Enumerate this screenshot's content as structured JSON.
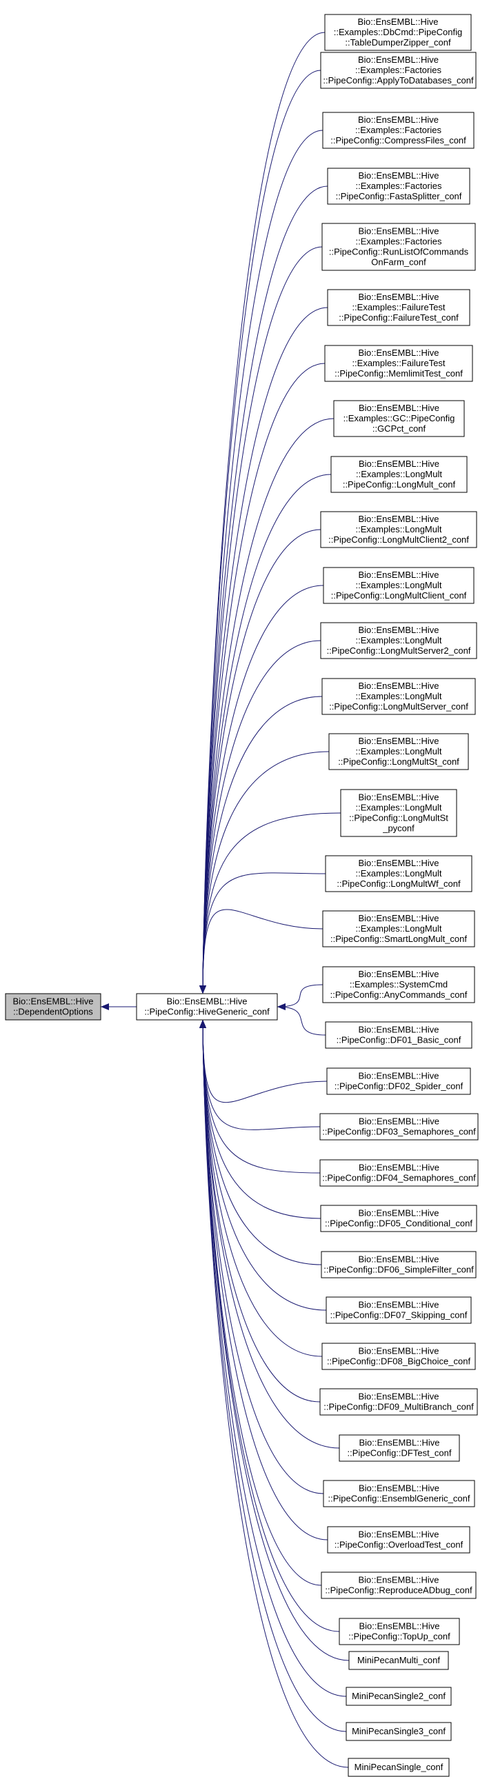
{
  "root": {
    "label": [
      "Bio::EnsEMBL::Hive",
      "::DependentOptions"
    ]
  },
  "parent": {
    "label": [
      "Bio::EnsEMBL::Hive",
      "::PipeConfig::HiveGeneric_conf"
    ]
  },
  "children": [
    {
      "label": [
        "Bio::EnsEMBL::Hive",
        "::Examples::DbCmd::PipeConfig",
        "::TableDumperZipper_conf"
      ]
    },
    {
      "label": [
        "Bio::EnsEMBL::Hive",
        "::Examples::Factories",
        "::PipeConfig::ApplyToDatabases_conf"
      ]
    },
    {
      "label": [
        "Bio::EnsEMBL::Hive",
        "::Examples::Factories",
        "::PipeConfig::CompressFiles_conf"
      ]
    },
    {
      "label": [
        "Bio::EnsEMBL::Hive",
        "::Examples::Factories",
        "::PipeConfig::FastaSplitter_conf"
      ]
    },
    {
      "label": [
        "Bio::EnsEMBL::Hive",
        "::Examples::Factories",
        "::PipeConfig::RunListOfCommands",
        "OnFarm_conf"
      ]
    },
    {
      "label": [
        "Bio::EnsEMBL::Hive",
        "::Examples::FailureTest",
        "::PipeConfig::FailureTest_conf"
      ]
    },
    {
      "label": [
        "Bio::EnsEMBL::Hive",
        "::Examples::FailureTest",
        "::PipeConfig::MemlimitTest_conf"
      ]
    },
    {
      "label": [
        "Bio::EnsEMBL::Hive",
        "::Examples::GC::PipeConfig",
        "::GCPct_conf"
      ]
    },
    {
      "label": [
        "Bio::EnsEMBL::Hive",
        "::Examples::LongMult",
        "::PipeConfig::LongMult_conf"
      ]
    },
    {
      "label": [
        "Bio::EnsEMBL::Hive",
        "::Examples::LongMult",
        "::PipeConfig::LongMultClient2_conf"
      ]
    },
    {
      "label": [
        "Bio::EnsEMBL::Hive",
        "::Examples::LongMult",
        "::PipeConfig::LongMultClient_conf"
      ]
    },
    {
      "label": [
        "Bio::EnsEMBL::Hive",
        "::Examples::LongMult",
        "::PipeConfig::LongMultServer2_conf"
      ]
    },
    {
      "label": [
        "Bio::EnsEMBL::Hive",
        "::Examples::LongMult",
        "::PipeConfig::LongMultServer_conf"
      ]
    },
    {
      "label": [
        "Bio::EnsEMBL::Hive",
        "::Examples::LongMult",
        "::PipeConfig::LongMultSt_conf"
      ]
    },
    {
      "label": [
        "Bio::EnsEMBL::Hive",
        "::Examples::LongMult",
        "::PipeConfig::LongMultSt",
        "_pyconf"
      ]
    },
    {
      "label": [
        "Bio::EnsEMBL::Hive",
        "::Examples::LongMult",
        "::PipeConfig::LongMultWf_conf"
      ]
    },
    {
      "label": [
        "Bio::EnsEMBL::Hive",
        "::Examples::LongMult",
        "::PipeConfig::SmartLongMult_conf"
      ]
    },
    {
      "label": [
        "Bio::EnsEMBL::Hive",
        "::Examples::SystemCmd",
        "::PipeConfig::AnyCommands_conf"
      ]
    },
    {
      "label": [
        "Bio::EnsEMBL::Hive",
        "::PipeConfig::DF01_Basic_conf"
      ]
    },
    {
      "label": [
        "Bio::EnsEMBL::Hive",
        "::PipeConfig::DF02_Spider_conf"
      ]
    },
    {
      "label": [
        "Bio::EnsEMBL::Hive",
        "::PipeConfig::DF03_Semaphores_conf"
      ]
    },
    {
      "label": [
        "Bio::EnsEMBL::Hive",
        "::PipeConfig::DF04_Semaphores_conf"
      ]
    },
    {
      "label": [
        "Bio::EnsEMBL::Hive",
        "::PipeConfig::DF05_Conditional_conf"
      ]
    },
    {
      "label": [
        "Bio::EnsEMBL::Hive",
        "::PipeConfig::DF06_SimpleFilter_conf"
      ]
    },
    {
      "label": [
        "Bio::EnsEMBL::Hive",
        "::PipeConfig::DF07_Skipping_conf"
      ]
    },
    {
      "label": [
        "Bio::EnsEMBL::Hive",
        "::PipeConfig::DF08_BigChoice_conf"
      ]
    },
    {
      "label": [
        "Bio::EnsEMBL::Hive",
        "::PipeConfig::DF09_MultiBranch_conf"
      ]
    },
    {
      "label": [
        "Bio::EnsEMBL::Hive",
        "::PipeConfig::DFTest_conf"
      ]
    },
    {
      "label": [
        "Bio::EnsEMBL::Hive",
        "::PipeConfig::EnsemblGeneric_conf"
      ]
    },
    {
      "label": [
        "Bio::EnsEMBL::Hive",
        "::PipeConfig::OverloadTest_conf"
      ]
    },
    {
      "label": [
        "Bio::EnsEMBL::Hive",
        "::PipeConfig::ReproduceADbug_conf"
      ]
    },
    {
      "label": [
        "Bio::EnsEMBL::Hive",
        "::PipeConfig::TopUp_conf"
      ]
    },
    {
      "label": [
        "MiniPecanMulti_conf"
      ]
    },
    {
      "label": [
        "MiniPecanSingle2_conf"
      ]
    },
    {
      "label": [
        "MiniPecanSingle3_conf"
      ]
    },
    {
      "label": [
        "MiniPecanSingle_conf"
      ]
    }
  ],
  "colors": {
    "edge": "#191970",
    "root_fill": "#bfbfbf",
    "node_fill": "#ffffff",
    "border": "#000000"
  }
}
